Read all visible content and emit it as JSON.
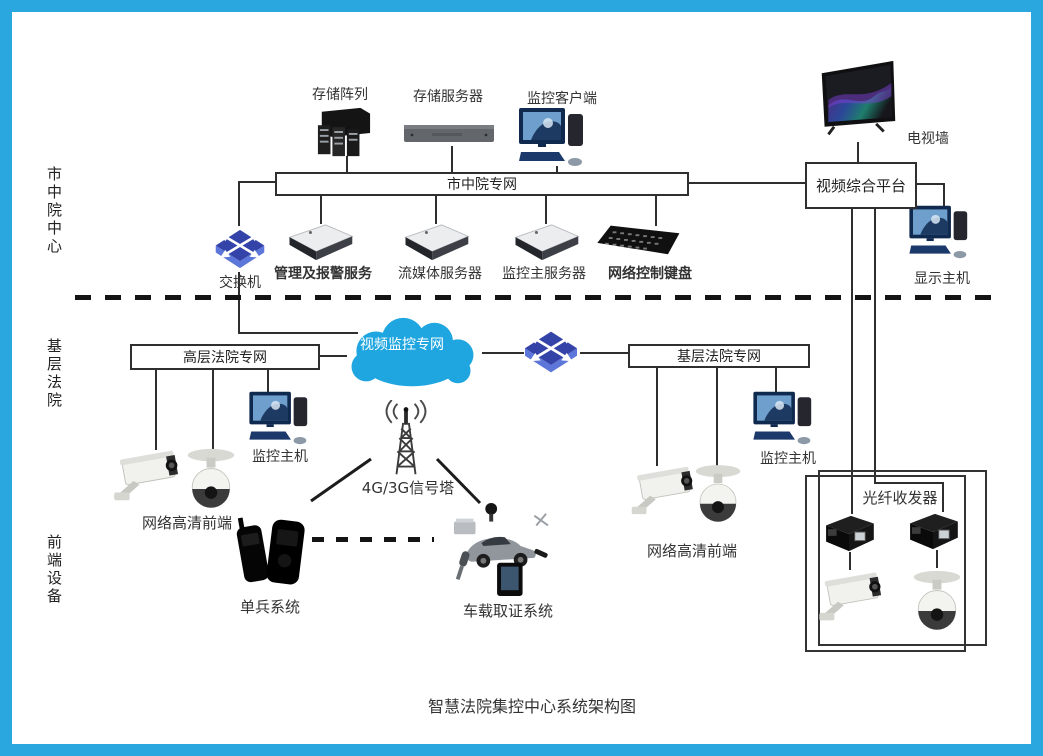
{
  "title": "智慧法院集控中心系统架构图",
  "regions": {
    "center": "市中院中心",
    "basic": "基层法院",
    "frontend": "前端设备"
  },
  "top": {
    "storage_array": "存储阵列",
    "storage_server": "存储服务器",
    "monitor_client": "监控客户端",
    "city_network": "市中院专网",
    "switch_label": "交换机",
    "mgmt_alarm": "管理及报警服务",
    "stream_server": "流媒体服务器",
    "monitor_main": "监控主服务器",
    "net_keyboard": "网络控制键盘",
    "tv_wall": "电视墙",
    "video_platform": "视频综合平台",
    "display_host": "显示主机"
  },
  "middle": {
    "high_court_network": "高层法院专网",
    "video_network": "视频监控专网",
    "basic_court_network": "基层法院专网",
    "monitor_host_left": "监控主机",
    "monitor_host_right": "监控主机",
    "hd_front_left": "网络高清前端",
    "hd_front_right": "网络高清前端"
  },
  "bottom": {
    "tower": "4G/3G信号塔",
    "soldier": "单兵系统",
    "vehicle": "车载取证系统",
    "fiber": "光纤收发器"
  },
  "colors": {
    "frame_blue": "#2BA7DF",
    "cloud_blue": "#1FA6E0",
    "switch_blue": "#3443A8",
    "line": "#2E2E2E"
  }
}
